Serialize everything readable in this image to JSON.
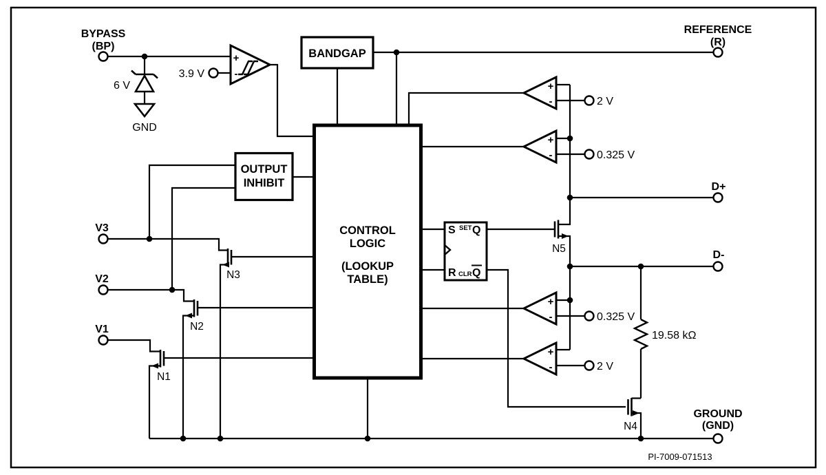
{
  "figure": {
    "part_number": "PI-7009-071513",
    "colors": {
      "line": "#000000",
      "background": "#ffffff"
    }
  },
  "terminals": {
    "bypass": {
      "line1": "BYPASS",
      "line2": "(BP)"
    },
    "reference": {
      "line1": "REFERENCE",
      "line2": "(R)"
    },
    "d_plus": "D+",
    "d_minus": "D-",
    "ground": {
      "line1": "GROUND",
      "line2": "(GND)"
    },
    "v1": "V1",
    "v2": "V2",
    "v3": "V3"
  },
  "blocks": {
    "bandgap": "BANDGAP",
    "output_inhibit": {
      "line1": "OUTPUT",
      "line2": "INHIBIT"
    },
    "control_logic": {
      "line1": "CONTROL",
      "line2": "LOGIC",
      "line3": "(LOOKUP",
      "line4": "TABLE)"
    }
  },
  "flip_flop": {
    "s": "S",
    "set": "SET",
    "q": "Q",
    "r": "R",
    "clr": "CLR",
    "q_bar": "Q"
  },
  "comparators": {
    "plus": "+",
    "minus": "-",
    "hysteresis_ref": "3.9 V",
    "top_refs": [
      "2 V",
      "0.325 V"
    ],
    "bottom_refs": [
      "0.325 V",
      "2 V"
    ]
  },
  "components": {
    "zener_voltage": "6 V",
    "zener_ground": "GND",
    "resistor_value": "19.58 kΩ",
    "transistors": {
      "n1": "N1",
      "n2": "N2",
      "n3": "N3",
      "n4": "N4",
      "n5": "N5"
    }
  }
}
